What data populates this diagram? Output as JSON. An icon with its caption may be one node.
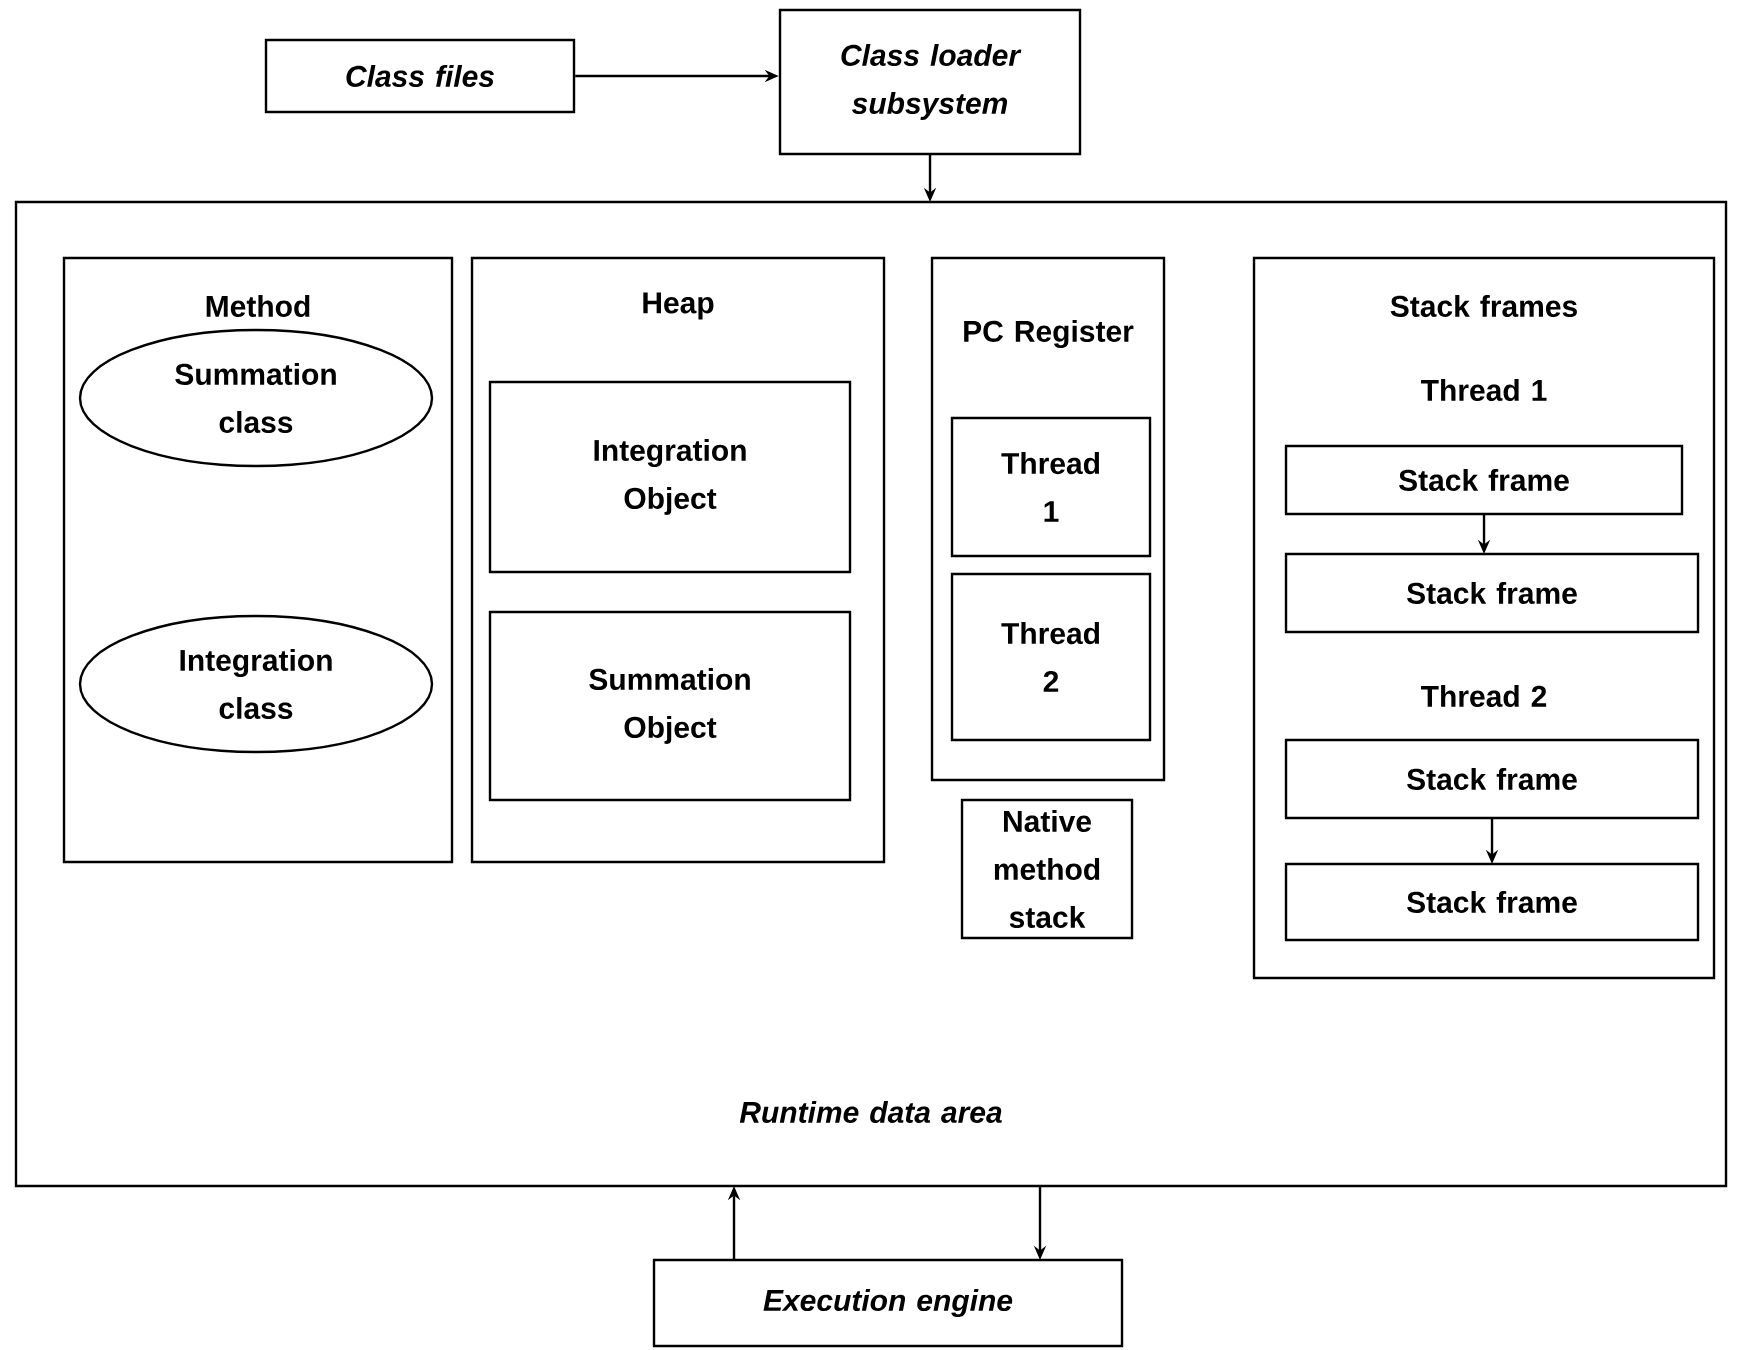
{
  "diagram": {
    "nodes": [
      {
        "text": [
          "Class files"
        ]
      },
      {
        "text": [
          "Class loader subsystem"
        ]
      },
      {
        "text": [
          "Runtime data area"
        ]
      },
      {
        "text": [
          "Method"
        ],
        "in": 2
      },
      {
        "text": [
          "Summation class"
        ],
        "in": 3
      },
      {
        "text": [
          "Integration class"
        ],
        "in": 3
      },
      {
        "text": [
          "Heap"
        ],
        "in": 2
      },
      {
        "text": [
          "Integration Object"
        ],
        "in": 6
      },
      {
        "text": [
          "Summation Object"
        ],
        "in": 6
      },
      {
        "text": [
          "PC Register"
        ],
        "in": 2
      },
      {
        "text": [
          "Thread 1"
        ],
        "in": 9
      },
      {
        "text": [
          "Thread 2"
        ],
        "in": 9
      },
      {
        "text": [
          "Native method stack"
        ],
        "in": 2
      },
      {
        "text": [
          "Stack frames",
          "Thread 1",
          "Thread 2"
        ],
        "in": 2
      },
      {
        "text": [
          "Stack frame"
        ],
        "in": 13
      },
      {
        "text": [
          "Stack frame"
        ],
        "in": 13
      },
      {
        "text": [
          "Stack frame"
        ],
        "in": 13
      },
      {
        "text": [
          "Stack frame"
        ],
        "in": 13
      },
      {
        "text": [
          "Execution engine"
        ]
      }
    ],
    "edges": [
      {
        "from": 0,
        "to": 1,
        "arrow": "to"
      },
      {
        "from": 1,
        "to": 2,
        "arrow": "to"
      },
      {
        "from": 14,
        "to": 15,
        "arrow": "to"
      },
      {
        "from": 16,
        "to": 17,
        "arrow": "to"
      },
      {
        "from": 18,
        "to": 2,
        "arrow": "to"
      },
      {
        "from": 2,
        "to": 18,
        "arrow": "to"
      }
    ]
  }
}
